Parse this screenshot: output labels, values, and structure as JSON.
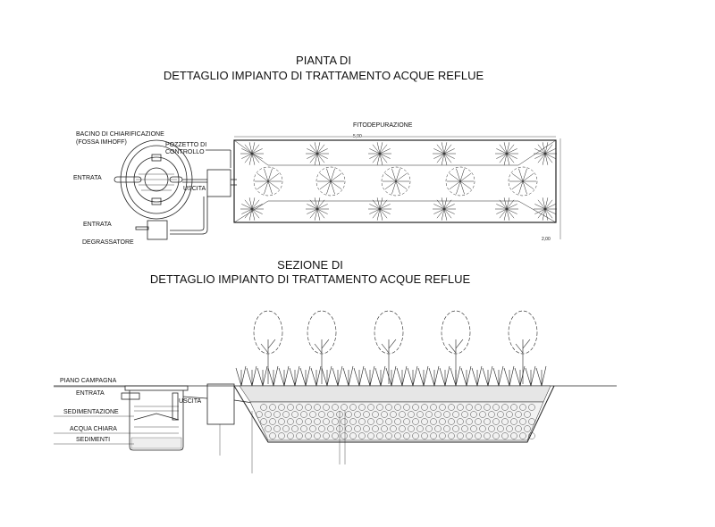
{
  "plan": {
    "title_line1": "PIANTA DI",
    "title_line2": "DETTAGLIO IMPIANTO DI TRATTAMENTO ACQUE REFLUE",
    "labels": {
      "bacino1": "BACINO DI CHIARIFICAZIONE",
      "bacino2": "(FOSSA IMHOFF)",
      "pozzetto1": "POZZETTO DI",
      "pozzetto2": "CONTROLLO",
      "entrata": "ENTRATA",
      "uscita": "USCITA",
      "entrata2": "ENTRATA",
      "degrassatore": "DEGRASSATORE",
      "fito": "FITODEPURAZIONE",
      "dim_length": "5,00",
      "dim_width": "2,00"
    }
  },
  "section": {
    "title_line1": "SEZIONE DI",
    "title_line2": "DETTAGLIO IMPIANTO DI TRATTAMENTO ACQUE REFLUE",
    "labels": {
      "piano": "PIANO CAMPAGNA",
      "entrata": "ENTRATA",
      "uscita": "USCITA",
      "sedimentazione": "SEDIMENTAZIONE",
      "acqua": "ACQUA CHIARA",
      "sedimenti": "SEDIMENTI"
    }
  }
}
